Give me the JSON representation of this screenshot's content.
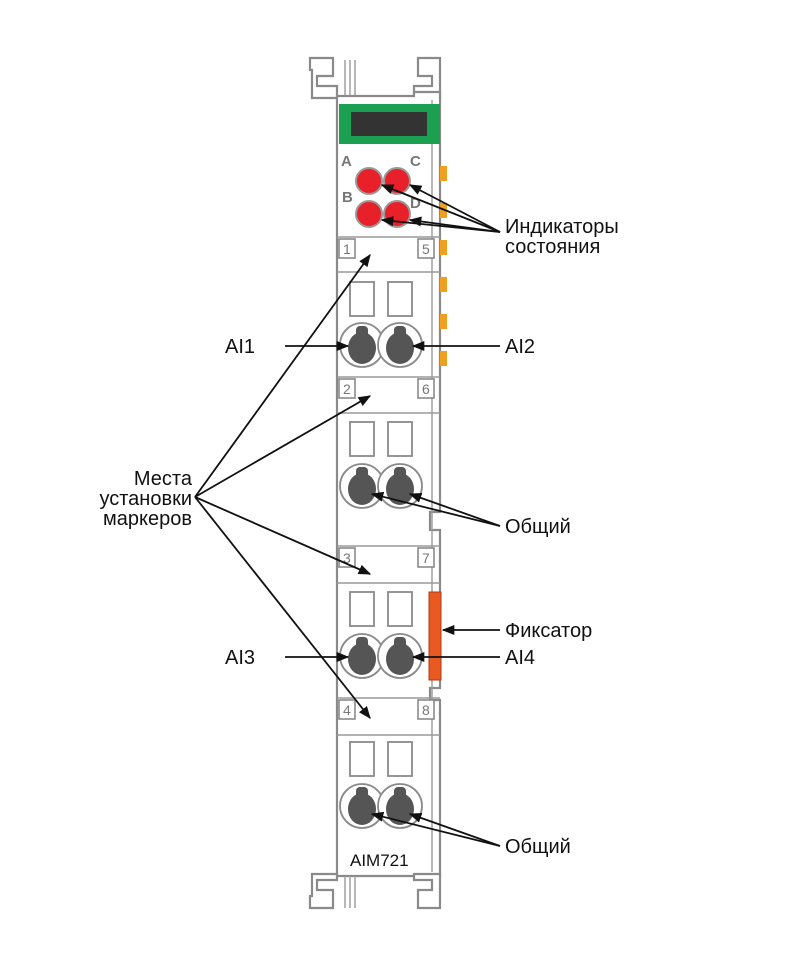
{
  "module": {
    "model": "AIM721",
    "led_letters": [
      "A",
      "C",
      "B",
      "D"
    ],
    "marker_numbers": [
      {
        "left": "1",
        "right": "5"
      },
      {
        "left": "2",
        "right": "6"
      },
      {
        "left": "3",
        "right": "7"
      },
      {
        "left": "4",
        "right": "8"
      }
    ],
    "colors": {
      "led": "#e8202a",
      "display_frame": "#1aa050",
      "display_screen": "#333333",
      "latch": "#e85a22",
      "side_contacts": "#f0a020",
      "terminal": "#555555",
      "body_outline": "#8a8a8a"
    }
  },
  "callouts": {
    "status_indicators_line1": "Индикаторы",
    "status_indicators_line2": "состояния",
    "ai1": "AI1",
    "ai2": "AI2",
    "marker_places_line1": "Места",
    "marker_places_line2": "установки",
    "marker_places_line3": "маркеров",
    "common_1": "Общий",
    "latch": "Фиксатор",
    "ai3": "AI3",
    "ai4": "AI4",
    "common_2": "Общий"
  }
}
